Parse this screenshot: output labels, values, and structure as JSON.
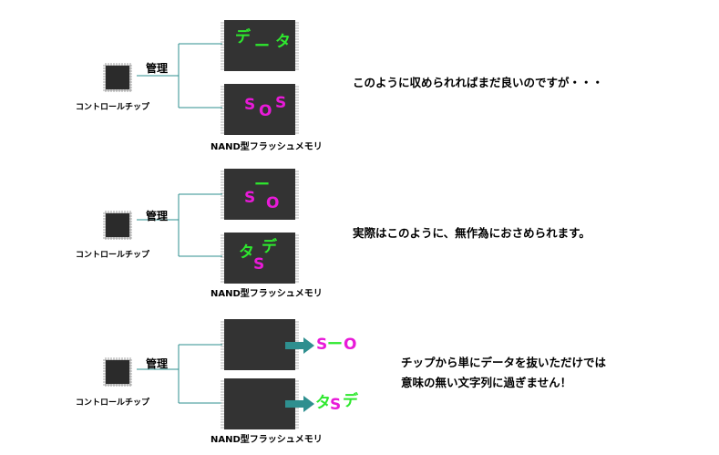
{
  "colors": {
    "green": "#2ee82e",
    "magenta": "#e81ad8",
    "teal": "#2e8f8f",
    "chip": "#333333",
    "wire": "#2e8f8f"
  },
  "labels": {
    "controller": "コントロールチップ",
    "management": "管理",
    "nand": "NAND型フラッシュメモリ"
  },
  "panel1": {
    "description": "このように収められればまだ良いのですが・・・",
    "chip_top_text": [
      "デ",
      "ー",
      "タ"
    ],
    "chip_bottom_text": [
      "S",
      "O",
      "S"
    ]
  },
  "panel2": {
    "description": "実際はこのように、無作為におさめられます。",
    "chip_top_text": [
      "ー",
      "S",
      "O"
    ],
    "chip_bottom_text": [
      "デ",
      "タ",
      "S"
    ]
  },
  "panel3": {
    "description_line1": "チップから単にデータを抜いただけでは",
    "description_line2": "意味の無い文字列に過ぎません！",
    "out_top": [
      "S",
      "ー",
      "O"
    ],
    "out_bottom": [
      "タ",
      "S",
      "デ"
    ]
  }
}
